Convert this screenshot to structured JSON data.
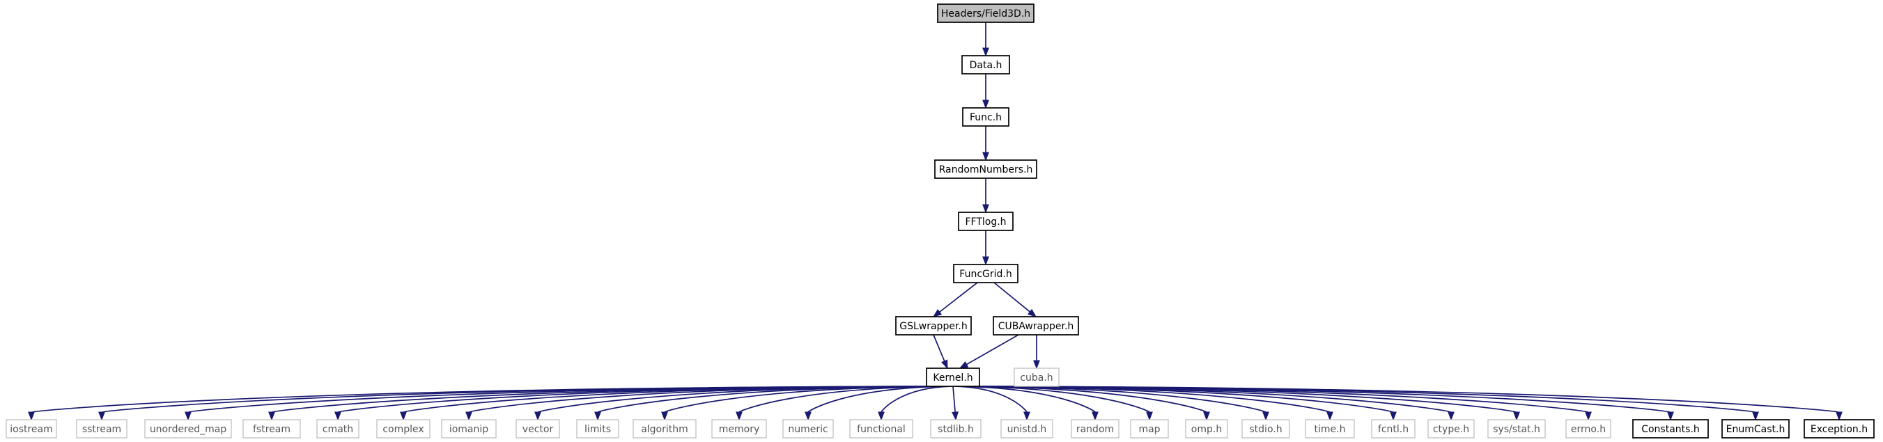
{
  "root": "Headers/Field3D.h",
  "chain": [
    "Data.h",
    "Func.h",
    "RandomNumbers.h",
    "FFTlog.h",
    "FuncGrid.h"
  ],
  "wrappers": [
    "GSLwrapper.h",
    "CUBAwrapper.h"
  ],
  "cuba": "cuba.h",
  "kernel": "Kernel.h",
  "includes": [
    {
      "name": "iostream",
      "project": false
    },
    {
      "name": "sstream",
      "project": false
    },
    {
      "name": "unordered_map",
      "project": false
    },
    {
      "name": "fstream",
      "project": false
    },
    {
      "name": "cmath",
      "project": false
    },
    {
      "name": "complex",
      "project": false
    },
    {
      "name": "iomanip",
      "project": false
    },
    {
      "name": "vector",
      "project": false
    },
    {
      "name": "limits",
      "project": false
    },
    {
      "name": "algorithm",
      "project": false
    },
    {
      "name": "memory",
      "project": false
    },
    {
      "name": "numeric",
      "project": false
    },
    {
      "name": "functional",
      "project": false
    },
    {
      "name": "stdlib.h",
      "project": false
    },
    {
      "name": "unistd.h",
      "project": false
    },
    {
      "name": "random",
      "project": false
    },
    {
      "name": "map",
      "project": false
    },
    {
      "name": "omp.h",
      "project": false
    },
    {
      "name": "stdio.h",
      "project": false
    },
    {
      "name": "time.h",
      "project": false
    },
    {
      "name": "fcntl.h",
      "project": false
    },
    {
      "name": "ctype.h",
      "project": false
    },
    {
      "name": "sys/stat.h",
      "project": false
    },
    {
      "name": "errno.h",
      "project": false
    },
    {
      "name": "Constants.h",
      "project": true
    },
    {
      "name": "EnumCast.h",
      "project": true
    },
    {
      "name": "Exception.h",
      "project": true
    }
  ],
  "colors": {
    "edge": "#191970",
    "root_fill": "#bfbfbf",
    "system_border": "#bfbfbf",
    "project_border": "#000000"
  }
}
